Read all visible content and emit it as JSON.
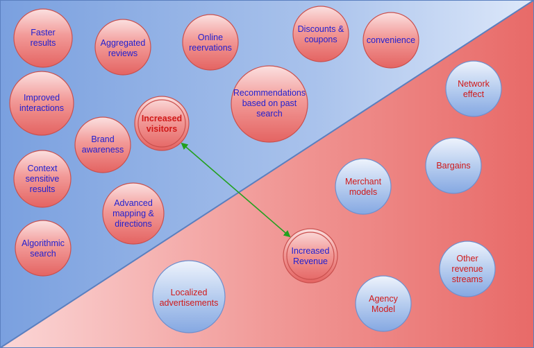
{
  "colors": {
    "red_circle_text": "#1f1fd0",
    "blue_circle_text": "#d01818",
    "arrow": "#22a01e"
  },
  "nodes": [
    {
      "id": "faster-results",
      "lines": [
        "Faster",
        "results"
      ],
      "style": "red"
    },
    {
      "id": "aggregated-reviews",
      "lines": [
        "Aggregated",
        "reviews"
      ],
      "style": "red"
    },
    {
      "id": "online-reservations",
      "lines": [
        "Online",
        "reervations"
      ],
      "style": "red"
    },
    {
      "id": "discounts-coupons",
      "lines": [
        "Discounts &",
        "coupons"
      ],
      "style": "red"
    },
    {
      "id": "convenience",
      "lines": [
        "convenience"
      ],
      "style": "red"
    },
    {
      "id": "improved-interactions",
      "lines": [
        "Improved",
        "interactions"
      ],
      "style": "red"
    },
    {
      "id": "recommendations",
      "lines": [
        "Recommendations",
        "based on past",
        "search"
      ],
      "style": "red"
    },
    {
      "id": "increased-visitors",
      "lines": [
        "Increased",
        "visitors"
      ],
      "style": "red-double"
    },
    {
      "id": "brand-awareness",
      "lines": [
        "Brand",
        "awareness"
      ],
      "style": "red"
    },
    {
      "id": "context-sensitive",
      "lines": [
        "Context",
        "sensitive",
        "results"
      ],
      "style": "red"
    },
    {
      "id": "advanced-mapping",
      "lines": [
        "Advanced",
        "mapping &",
        "directions"
      ],
      "style": "red"
    },
    {
      "id": "algorithmic-search",
      "lines": [
        "Algorithmic",
        "search"
      ],
      "style": "red"
    },
    {
      "id": "network-effect",
      "lines": [
        "Network",
        "effect"
      ],
      "style": "blue"
    },
    {
      "id": "bargains",
      "lines": [
        "Bargains"
      ],
      "style": "blue"
    },
    {
      "id": "merchant-models",
      "lines": [
        "Merchant",
        "models"
      ],
      "style": "blue"
    },
    {
      "id": "increased-revenue",
      "lines": [
        "Increased",
        "Revenue"
      ],
      "style": "red-double"
    },
    {
      "id": "other-revenue",
      "lines": [
        "Other",
        "revenue",
        "streams"
      ],
      "style": "blue"
    },
    {
      "id": "localized-ads",
      "lines": [
        "Localized",
        "advertisements"
      ],
      "style": "blue"
    },
    {
      "id": "agency-model",
      "lines": [
        "Agency",
        "Model"
      ],
      "style": "blue"
    }
  ],
  "edges": [
    {
      "from": "increased-visitors",
      "to": "increased-revenue",
      "direction": "both"
    }
  ]
}
